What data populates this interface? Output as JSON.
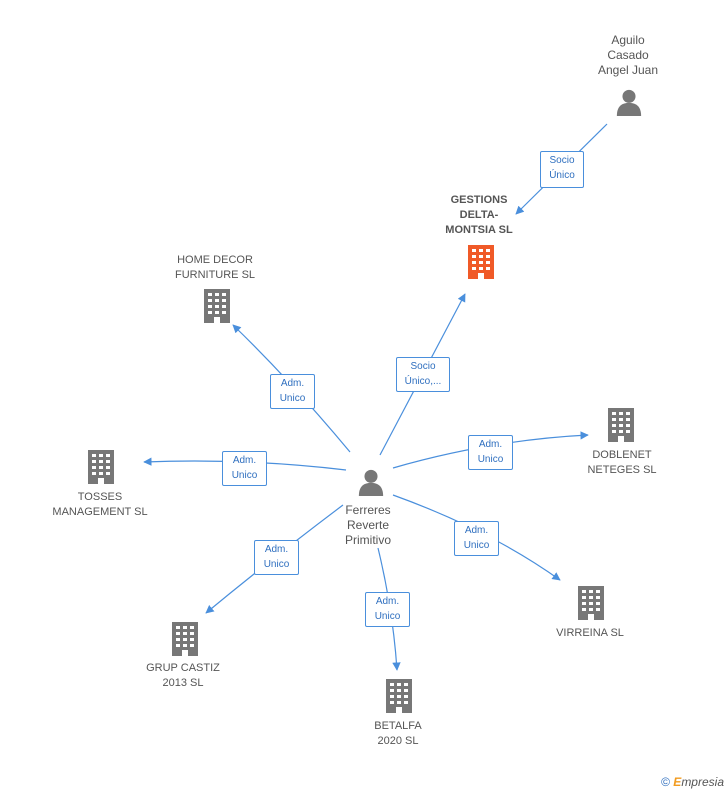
{
  "nodes": {
    "center": {
      "label": "Ferreres\nReverte\nPrimitivo"
    },
    "aguilo": {
      "label": "Aguilo\nCasado\nAngel Juan"
    },
    "gestions": {
      "label": "GESTIONS\nDELTA-\nMONTSIA SL"
    },
    "home": {
      "label": "HOME DECOR\nFURNITURE SL"
    },
    "tosses": {
      "label": "TOSSES\nMANAGEMENT SL"
    },
    "doblenet": {
      "label": "DOBLENET\nNETEGES  SL"
    },
    "virreina": {
      "label": "VIRREINA SL"
    },
    "castiz": {
      "label": "GRUP CASTIZ\n2013 SL"
    },
    "betalfa": {
      "label": "BETALFA\n2020 SL"
    }
  },
  "edges": {
    "aguilo_gestions": "Socio\nÚnico",
    "center_gestions": "Socio\nÚnico,...",
    "center_home": "Adm.\nUnico",
    "center_tosses": "Adm.\nUnico",
    "center_doblenet": "Adm.\nUnico",
    "center_virreina": "Adm.\nUnico",
    "center_castiz": "Adm.\nUnico",
    "center_betalfa": "Adm.\nUnico"
  },
  "colors": {
    "edge": "#4a8fdc",
    "building": "#777777",
    "highlight": "#f05a28",
    "person": "#777777"
  },
  "footer": {
    "copyright_symbol": "©",
    "brand_first": "E",
    "brand_rest": "mpresia"
  }
}
